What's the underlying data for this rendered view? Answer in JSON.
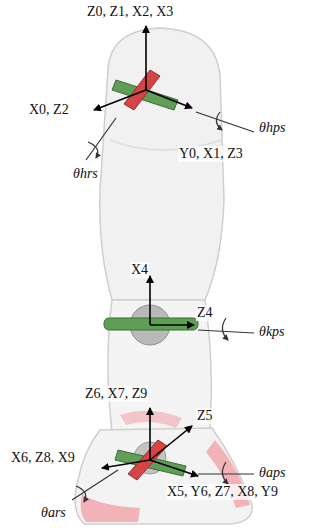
{
  "diagram": {
    "labels": [
      "Z0, Z1, X2, X3",
      "X0, Z2",
      "θhps",
      "Y0, X1, Z3",
      "θhrs",
      "X4",
      "Z4",
      "θkps",
      "Z6, X7, Z9",
      "Z5",
      "X6, Z8, X9",
      "θaps",
      "X5, Y6, Z7, X8, Y9",
      "θars"
    ]
  }
}
